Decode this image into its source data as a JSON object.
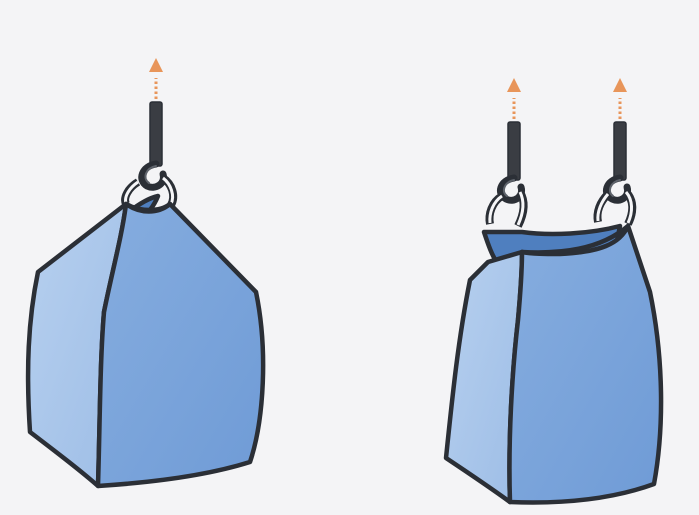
{
  "illustration": {
    "colors": {
      "background": "#f4f4f6",
      "bag_light_face": "#a9c6ea",
      "bag_dark_face": "#7ea7dd",
      "bag_inner": "#4f7fbf",
      "outline": "#2b2f36",
      "hook": "#3a3d43",
      "lift_arrow": "#e8955a"
    },
    "icons": {
      "single_hook_lift": "bulk-bag-single-hook-icon",
      "double_hook_lift": "bulk-bag-double-hook-icon",
      "lift_direction": "arrow-up-icon",
      "crane_hook": "crane-hook-icon"
    },
    "scenes": [
      {
        "name": "single-hook-lift",
        "hooks": 1,
        "lift_arrows": 1
      },
      {
        "name": "double-hook-lift",
        "hooks": 2,
        "lift_arrows": 2
      }
    ]
  }
}
